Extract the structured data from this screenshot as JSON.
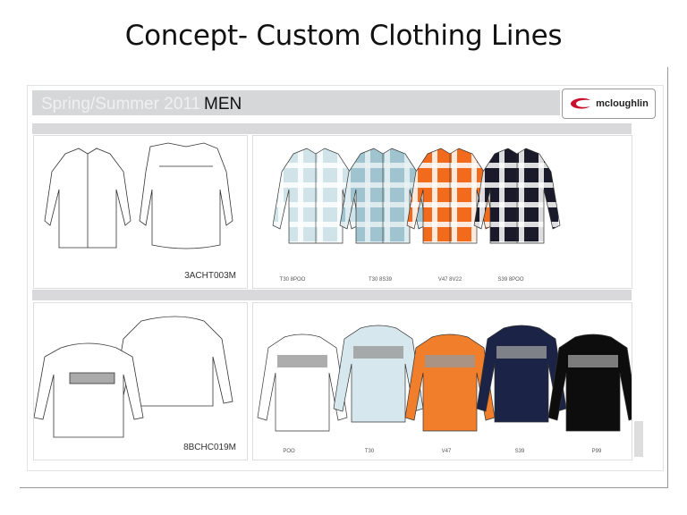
{
  "slide": {
    "title": "Concept- Custom Clothing Lines"
  },
  "board": {
    "season": "Spring/Summer 2011",
    "category": "MEN",
    "brand": "mcloughlin",
    "brand_color": "#c8102e"
  },
  "shirts": {
    "style_code": "3ACHT003M",
    "variants": [
      {
        "label": "T30 8POO",
        "colors": [
          "#cfe3e8",
          "#ffffff"
        ]
      },
      {
        "label": "T30 8S39",
        "colors": [
          "#9fc3cf",
          "#e9f2f4"
        ]
      },
      {
        "label": "V47 8V22",
        "colors": [
          "#f26b1d",
          "#ffffff"
        ]
      },
      {
        "label": "S39 8POO",
        "colors": [
          "#1a1a2a",
          "#ffffff"
        ]
      }
    ]
  },
  "tees": {
    "style_code": "8BCHC019M",
    "variants": [
      {
        "label": "POO",
        "color": "#ffffff"
      },
      {
        "label": "T30",
        "color": "#d6e8ee"
      },
      {
        "label": "V47",
        "color": "#f07e2a"
      },
      {
        "label": "S39",
        "color": "#1b2447"
      },
      {
        "label": "P99",
        "color": "#0d0d0d"
      }
    ]
  }
}
